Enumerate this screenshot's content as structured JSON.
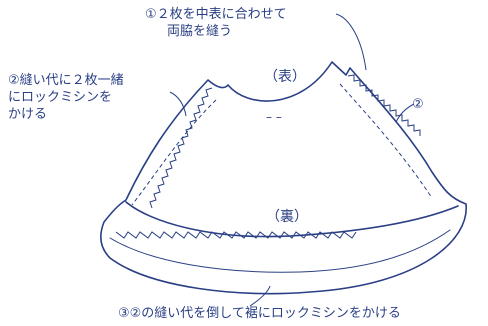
{
  "labels": {
    "step1": {
      "number": "①",
      "line1": "２枚を中表に合わせて",
      "line2": "両脇を縫う"
    },
    "step2_left": {
      "line1": "②縫い代に２枚一緒",
      "line2": "にロックミシンを",
      "line3": "かける"
    },
    "step2_right": "②",
    "step3": "③②の縫い代を倒して裾にロックミシンをかける"
  },
  "skirt": {
    "front_label": "（表）",
    "back_label": "（裏）",
    "front_mark": "– –"
  },
  "colors": {
    "ink": "#2a3f85"
  }
}
